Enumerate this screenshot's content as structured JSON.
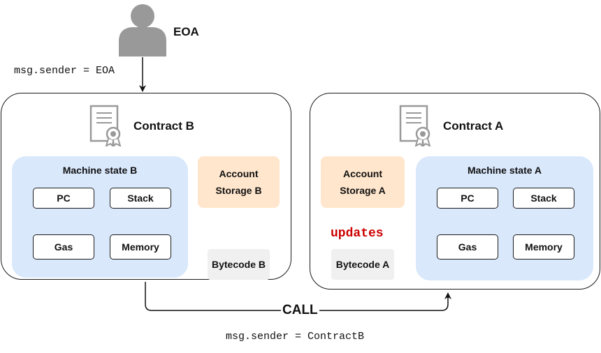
{
  "eoa": {
    "label": "EOA",
    "sender_text": "msg.sender = EOA"
  },
  "contract_b": {
    "title": "Contract B",
    "machine_state": {
      "title": "Machine state B",
      "registers": [
        "PC",
        "Stack",
        "Gas",
        "Memory"
      ]
    },
    "storage_label": "Account\nStorage B",
    "bytecode_label": "Bytecode B"
  },
  "contract_a": {
    "title": "Contract A",
    "machine_state": {
      "title": "Machine state A",
      "registers": [
        "PC",
        "Stack",
        "Gas",
        "Memory"
      ]
    },
    "storage_label": "Account\nStorage A",
    "bytecode_label": "Bytecode A",
    "updates_label": "updates"
  },
  "call": {
    "label": "CALL",
    "sender_text": "msg.sender = ContractB"
  },
  "colors": {
    "machine_state_fill": "#dae8fc",
    "storage_fill": "#ffe6cc",
    "bytecode_fill": "#f0f0f0",
    "updates_text": "#cc0000",
    "user_icon": "#999999"
  },
  "icons": [
    "user-icon",
    "certificate-icon"
  ]
}
